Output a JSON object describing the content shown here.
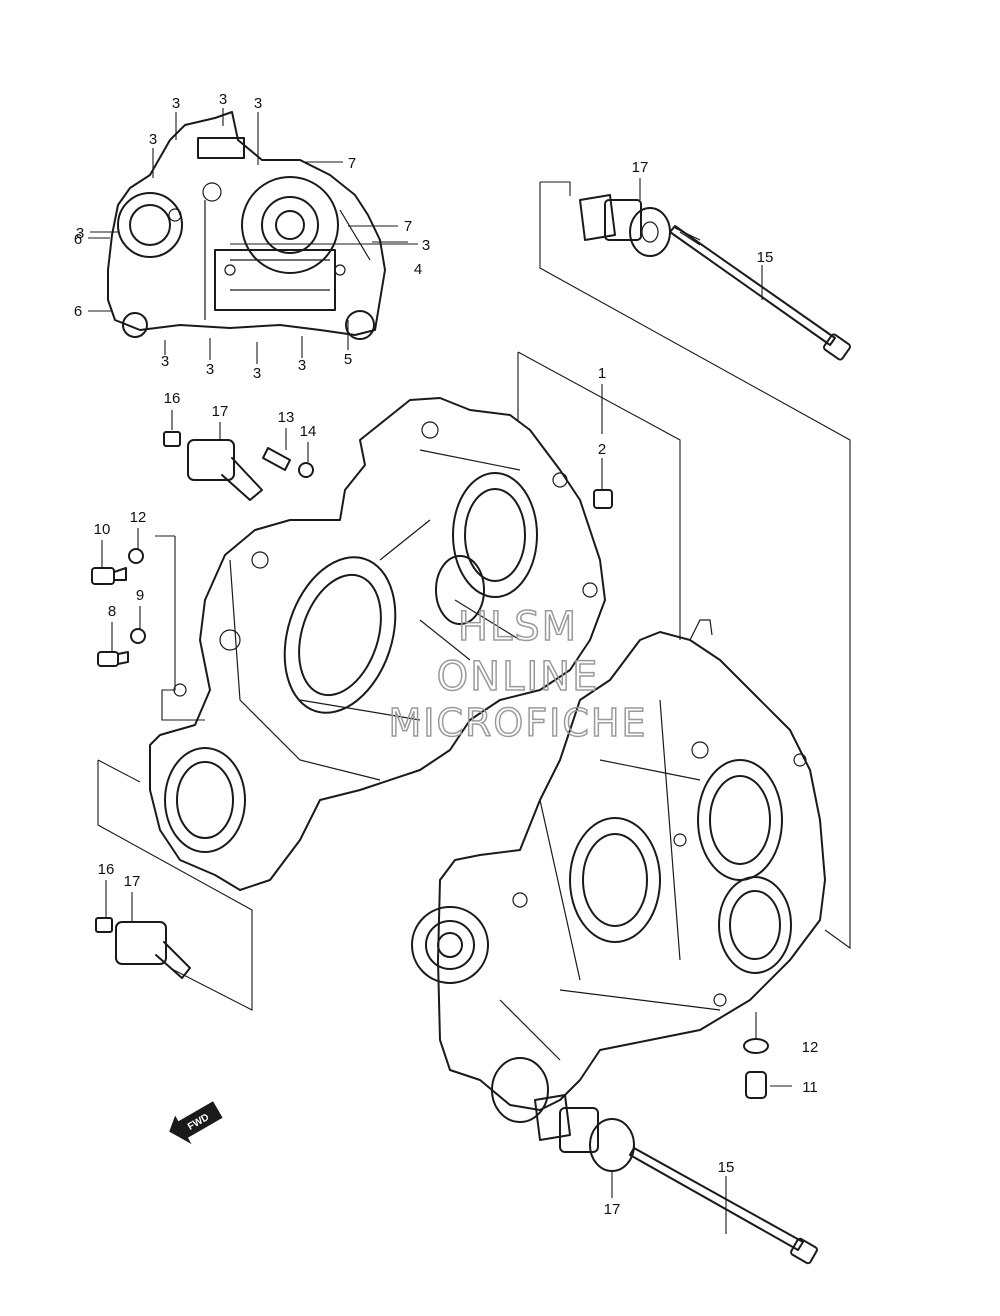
{
  "watermark": {
    "line1": "HLSM",
    "line2": "ONLINE",
    "line3": "MICROFICHE"
  },
  "fwd_label": "FWD",
  "callouts": [
    "3",
    "3",
    "3",
    "3",
    "7",
    "3",
    "7",
    "3",
    "3",
    "4",
    "6",
    "6",
    "3",
    "3",
    "3",
    "3",
    "5",
    "17",
    "15",
    "1",
    "2",
    "16",
    "17",
    "13",
    "14",
    "10",
    "12",
    "8",
    "9",
    "16",
    "17",
    "12",
    "11",
    "15",
    "17"
  ]
}
